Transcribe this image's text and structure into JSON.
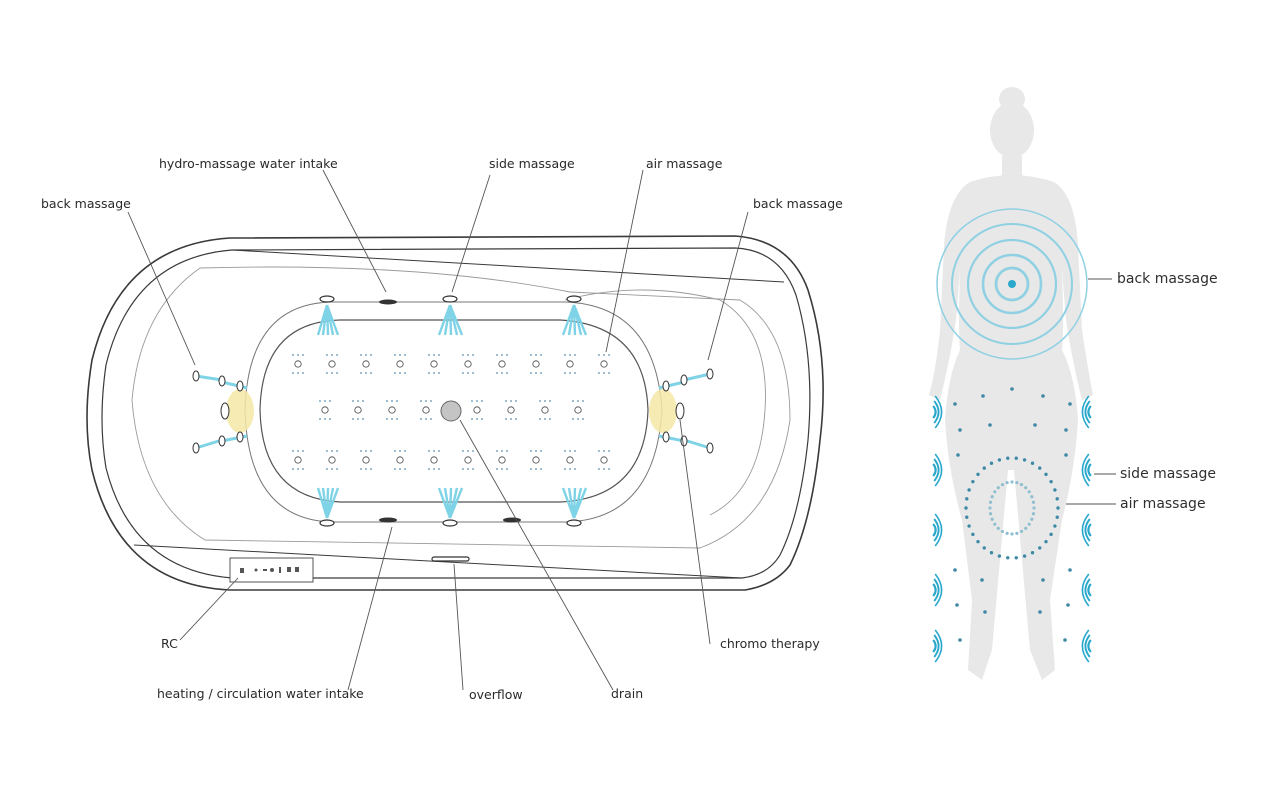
{
  "tub_diagram": {
    "labels": {
      "hydro_intake": "hydro-massage water intake",
      "side_massage": "side massage",
      "air_massage": "air massage",
      "back_massage_left": "back massage",
      "back_massage_right": "back massage",
      "rc": "RC",
      "heating_intake": "heating / circulation water intake",
      "overflow": "overflow",
      "drain": "drain",
      "chromo_therapy": "chromo therapy"
    }
  },
  "body_diagram": {
    "labels": {
      "back_massage": "back massage",
      "side_massage": "side massage",
      "air_massage": "air massage"
    }
  },
  "colors": {
    "line": "#555555",
    "outline": "#3a3a3a",
    "water": "#7fd3e6",
    "water_dark": "#2aa8cc",
    "dot": "#4a8fa8",
    "light": "#f4e7a6",
    "silhouette": "#e8e8e8"
  }
}
